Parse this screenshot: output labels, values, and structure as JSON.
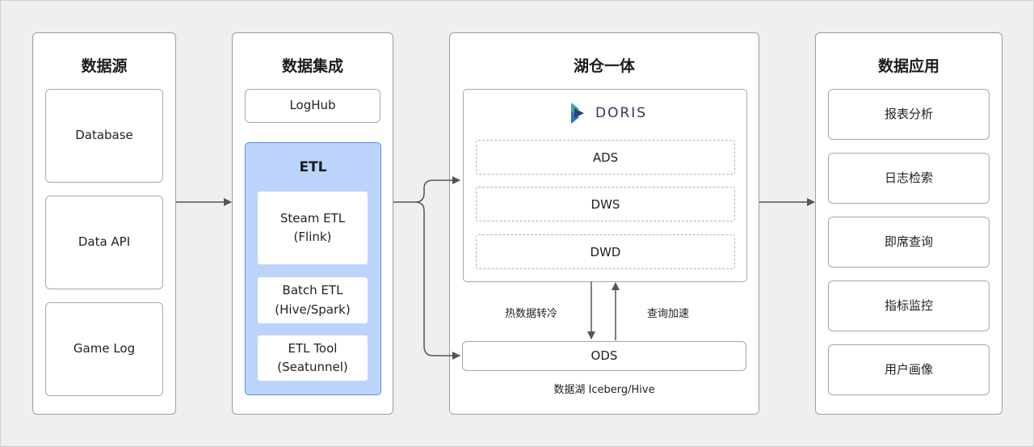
{
  "sources": {
    "title": "数据源",
    "items": [
      "Database",
      "Data API",
      "Game Log"
    ]
  },
  "integration": {
    "title": "数据集成",
    "loghub": "LogHub",
    "etl": {
      "title": "ETL",
      "items": [
        "Steam ETL\n(Flink)",
        "Batch ETL\n(Hive/Spark)",
        "ETL Tool\n(Seatunnel)"
      ]
    }
  },
  "lakehouse": {
    "title": "湖仓一体",
    "doris_name": "DORIS",
    "layers": [
      "ADS",
      "DWS",
      "DWD"
    ],
    "ods": "ODS",
    "hot_to_cold": "热数据转冷",
    "query_accel": "查询加速",
    "lake_caption": "数据湖 Iceberg/Hive"
  },
  "applications": {
    "title": "数据应用",
    "items": [
      "报表分析",
      "日志检索",
      "即席查询",
      "指标监控",
      "用户画像"
    ]
  },
  "colors": {
    "etl_fill": "#bcd4fb",
    "etl_border": "#5b8ee3",
    "arrow": "#555555",
    "logo_teal": "#3aa8a4",
    "logo_blue": "#2f6fd6",
    "logo_navy": "#34406a"
  }
}
